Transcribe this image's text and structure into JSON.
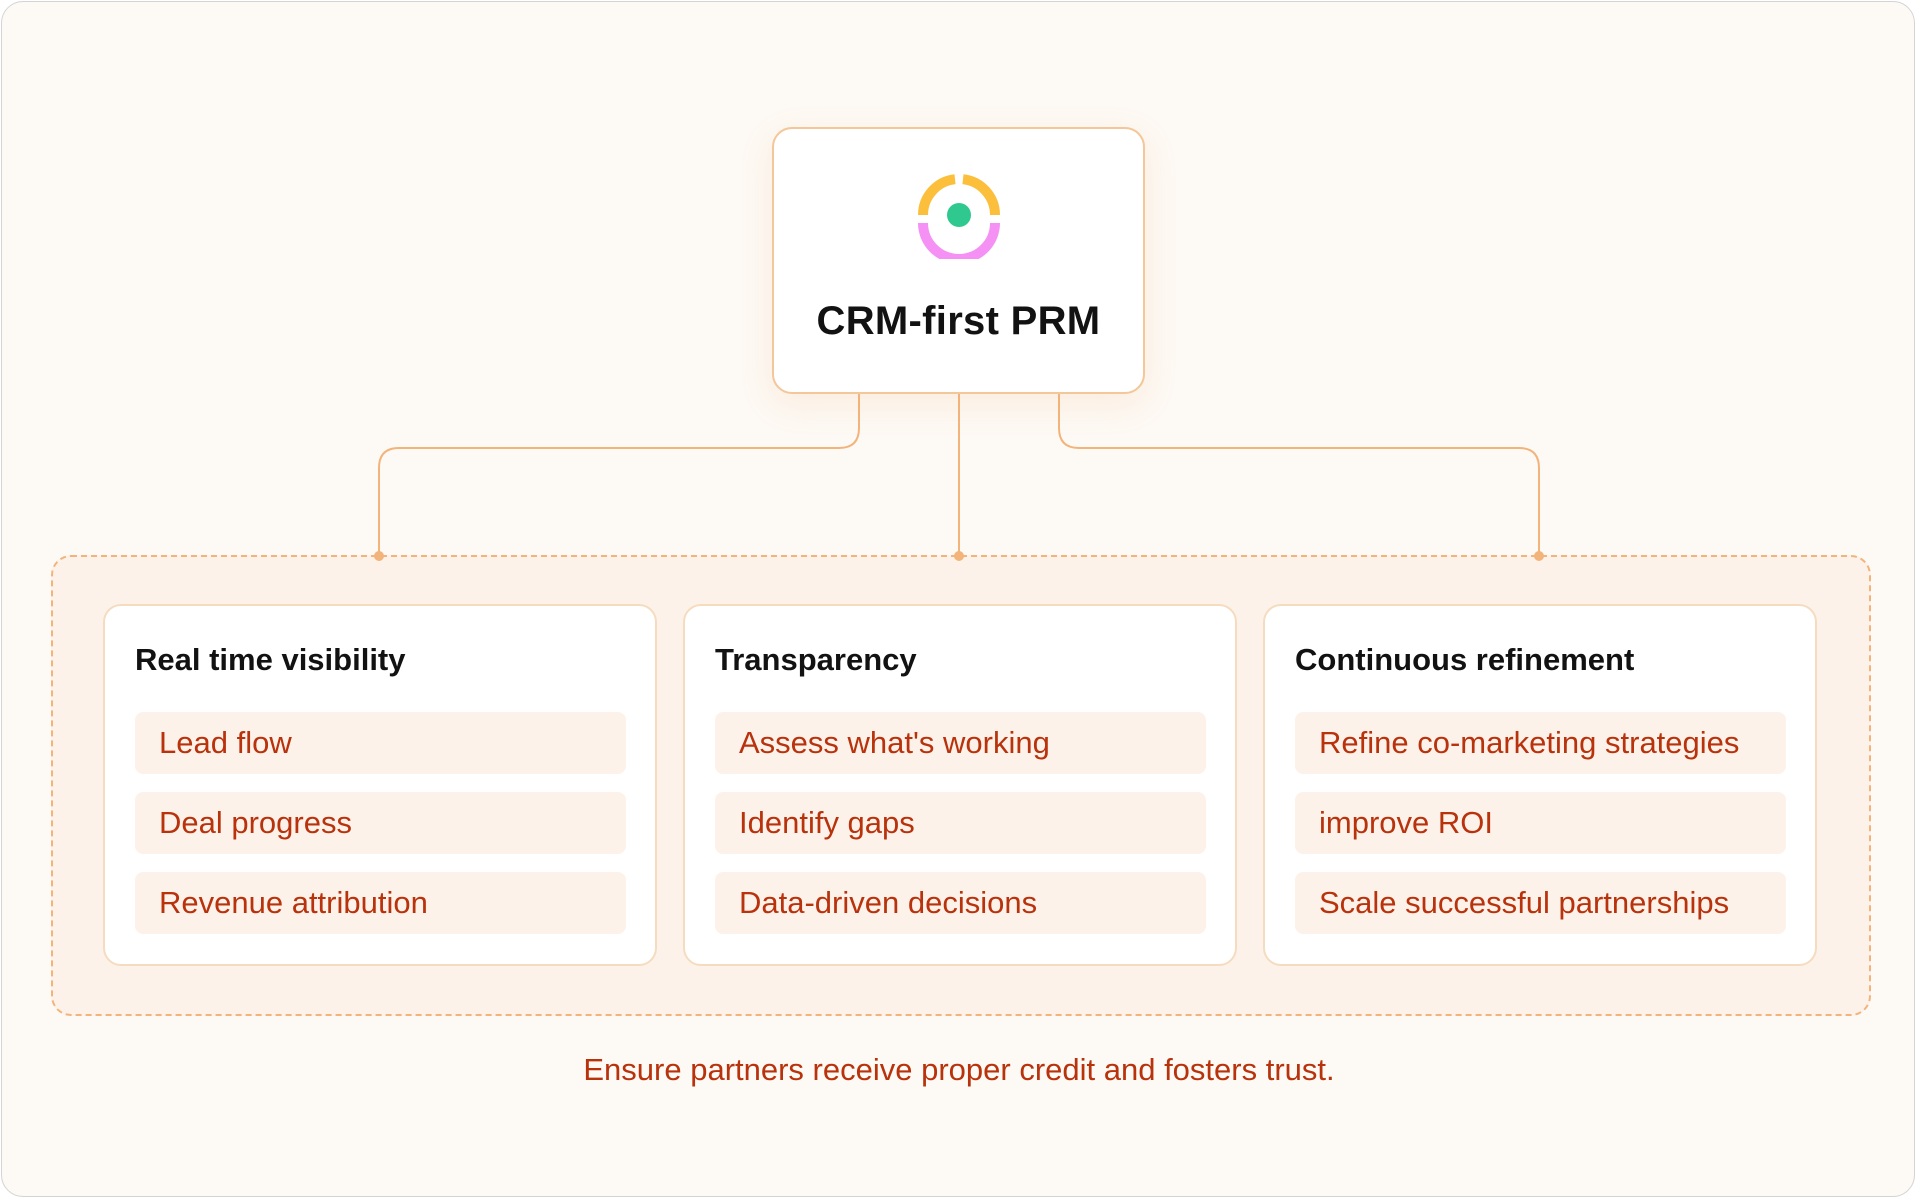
{
  "root": {
    "title": "CRM-first PRM",
    "logo_icon": "target-ring-icon"
  },
  "colors": {
    "accent": "#f3b47c",
    "item_text": "#b8320c",
    "logo_yellow": "#fbbf3c",
    "logo_pink": "#f590f4",
    "logo_green": "#2fc98f"
  },
  "cards": [
    {
      "title": "Real time visibility",
      "items": [
        "Lead flow",
        "Deal progress",
        "Revenue attribution"
      ]
    },
    {
      "title": "Transparency",
      "items": [
        "Assess what's working",
        "Identify gaps",
        "Data-driven decisions"
      ]
    },
    {
      "title": "Continuous refinement",
      "items": [
        "Refine co-marketing strategies",
        "improve ROI",
        "Scale successful partnerships"
      ]
    }
  ],
  "footer": "Ensure partners receive proper credit and fosters trust."
}
